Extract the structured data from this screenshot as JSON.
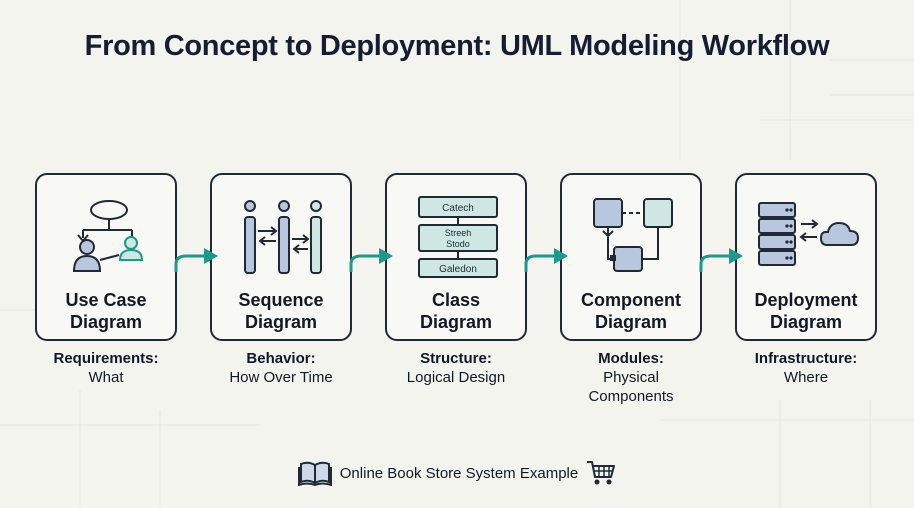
{
  "title": "From Concept to Deployment: UML Modeling Workflow",
  "steps": [
    {
      "title": "Use Case\nDiagram",
      "caption_head": "Requirements:",
      "caption_body": "What"
    },
    {
      "title": "Sequence\nDiagram",
      "caption_head": "Behavior:",
      "caption_body": "How Over Time"
    },
    {
      "title": "Class\nDiagram",
      "caption_head": "Structure:",
      "caption_body": "Logical Design"
    },
    {
      "title": "Component\nDiagram",
      "caption_head": "Modules:",
      "caption_body": "Physical\nComponents"
    },
    {
      "title": "Deployment\nDiagram",
      "caption_head": "Infrastructure:",
      "caption_body": "Where"
    }
  ],
  "class_boxes": [
    "Catech",
    "Streeh\nStodo",
    "Galedon"
  ],
  "footer": {
    "text": "Online Book Store System Example",
    "left_icon": "book-icon",
    "right_icon": "shopping-cart-icon"
  },
  "colors": {
    "accent": "#1b9a8c",
    "box_fill": "#cfe7e2",
    "blue_fill": "#b9c7de",
    "ink": "#1f2937"
  }
}
